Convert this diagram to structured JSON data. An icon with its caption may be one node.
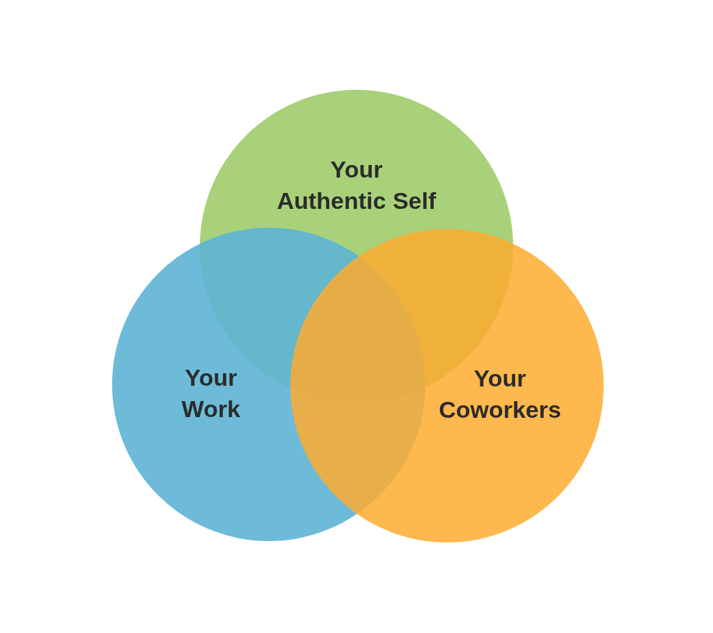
{
  "diagram": {
    "nodes": [
      {
        "text": [
          "Your Authentic Self"
        ]
      },
      {
        "text": [
          "Your Work"
        ]
      },
      {
        "text": [
          "Your Coworkers"
        ]
      }
    ]
  }
}
